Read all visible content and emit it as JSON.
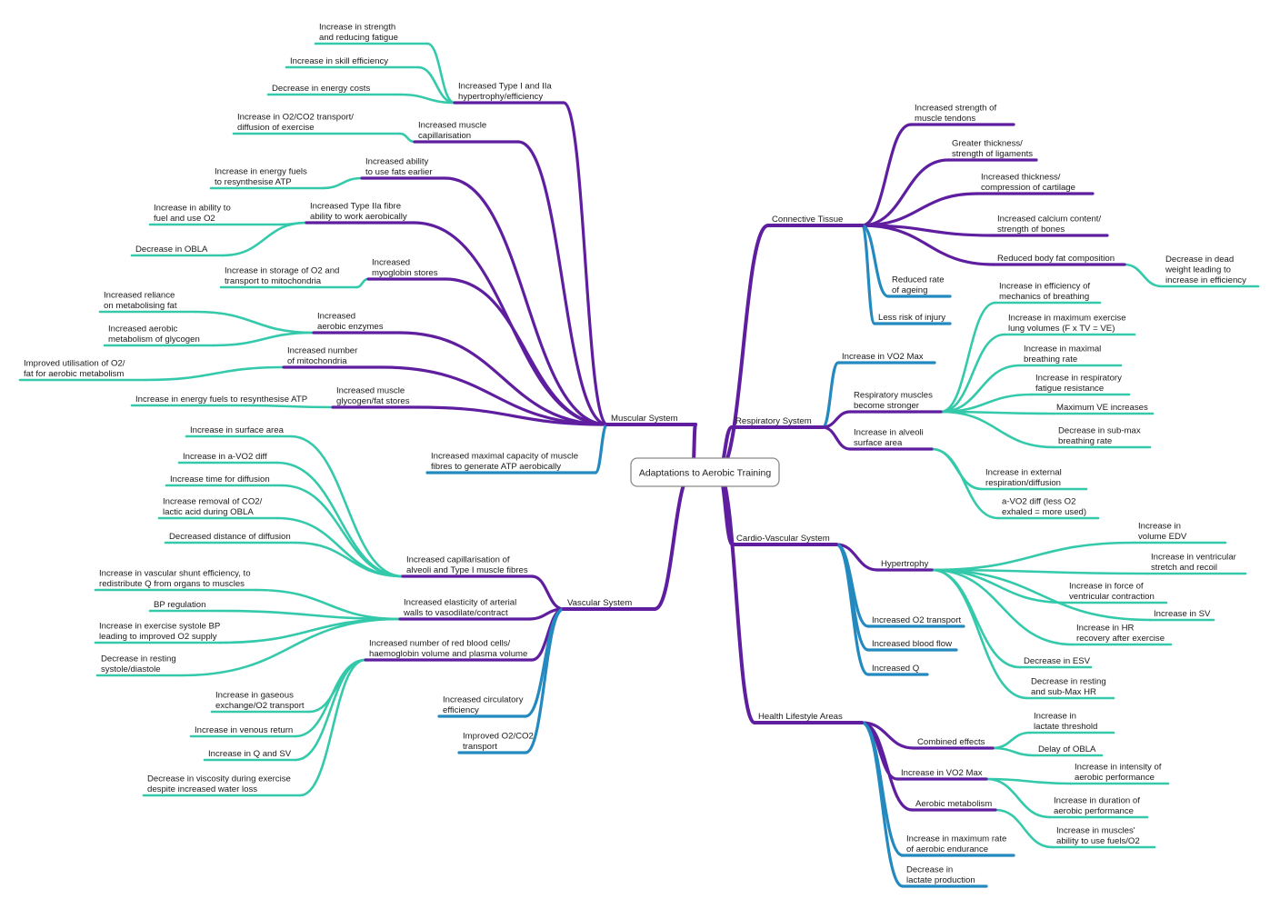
{
  "title": "Adaptations to Aerobic Training",
  "colors": {
    "purple": "#5e1e9f",
    "teal": "#33c9aa",
    "blue": "#2389bf",
    "text": "#1a1a1a"
  },
  "branches": [
    {
      "label": [
        "Muscular System"
      ],
      "color": "purple",
      "children": [
        {
          "label": [
            "Increased Type I and IIa",
            "hypertrophy/efficiency"
          ],
          "color": "purple",
          "children": [
            {
              "label": [
                "Increase in strength",
                "and reducing fatigue"
              ],
              "color": "teal"
            },
            {
              "label": [
                "Increase in skill efficiency"
              ],
              "color": "teal"
            },
            {
              "label": [
                "Decrease in energy costs"
              ],
              "color": "teal"
            }
          ]
        },
        {
          "label": [
            "Increased muscle",
            "capillarisation"
          ],
          "color": "purple",
          "children": [
            {
              "label": [
                "Increase in O2/CO2 transport/",
                "diffusion of exercise"
              ],
              "color": "teal"
            }
          ]
        },
        {
          "label": [
            "Increased ability",
            "to use fats earlier"
          ],
          "color": "purple",
          "children": [
            {
              "label": [
                "Increase in energy fuels",
                "to resynthesise ATP"
              ],
              "color": "teal"
            }
          ]
        },
        {
          "label": [
            "Increased Type IIa fibre",
            "ability to work aerobically"
          ],
          "color": "purple",
          "children": [
            {
              "label": [
                "Increase in ability to",
                "fuel and use O2"
              ],
              "color": "teal"
            },
            {
              "label": [
                "Decrease in OBLA"
              ],
              "color": "teal"
            }
          ]
        },
        {
          "label": [
            "Increased",
            "myoglobin stores"
          ],
          "color": "purple",
          "children": [
            {
              "label": [
                "Increase in storage of O2 and",
                "transport to mitochondria"
              ],
              "color": "teal"
            }
          ]
        },
        {
          "label": [
            "Increased",
            "aerobic enzymes"
          ],
          "color": "purple",
          "children": [
            {
              "label": [
                "Increased reliance",
                "on metabolising fat"
              ],
              "color": "teal"
            },
            {
              "label": [
                "Increased aerobic",
                "metabolism of glycogen"
              ],
              "color": "teal"
            }
          ]
        },
        {
          "label": [
            "Increased number",
            "of mitochondria"
          ],
          "color": "purple",
          "children": [
            {
              "label": [
                "Improved utilisation of O2/",
                "fat for aerobic metabolism"
              ],
              "color": "teal"
            }
          ]
        },
        {
          "label": [
            "Increased muscle",
            "glycogen/fat stores"
          ],
          "color": "purple",
          "children": [
            {
              "label": [
                "Increase in energy fuels to resynthesise ATP"
              ],
              "color": "teal"
            }
          ]
        },
        {
          "label": [
            "Increased maximal capacity of muscle",
            "fibres to generate ATP aerobically"
          ],
          "color": "blue"
        }
      ]
    },
    {
      "label": [
        "Vascular System"
      ],
      "color": "purple",
      "children": [
        {
          "label": [
            "Increased capillarisation of",
            "alveoli and Type I muscle fibres"
          ],
          "color": "purple",
          "children": [
            {
              "label": [
                "Increase in surface area"
              ],
              "color": "teal"
            },
            {
              "label": [
                "Increase in a-VO2 diff"
              ],
              "color": "teal"
            },
            {
              "label": [
                "Increase time for diffusion"
              ],
              "color": "teal"
            },
            {
              "label": [
                "Increase removal of CO2/",
                "lactic acid during OBLA"
              ],
              "color": "teal"
            },
            {
              "label": [
                "Decreased distance of diffusion"
              ],
              "color": "teal"
            }
          ]
        },
        {
          "label": [
            "Increased elasticity of arterial",
            "walls to vasodilate/contract"
          ],
          "color": "purple",
          "children": [
            {
              "label": [
                "Increase in vascular shunt efficiency, to",
                "redistribute Q from organs to muscles"
              ],
              "color": "teal"
            },
            {
              "label": [
                "BP regulation"
              ],
              "color": "teal"
            },
            {
              "label": [
                "Increase in exercise systole BP",
                "leading to improved O2 supply"
              ],
              "color": "teal"
            },
            {
              "label": [
                "Decrease in resting",
                "systole/diastole"
              ],
              "color": "teal"
            }
          ]
        },
        {
          "label": [
            "Increased number of red blood cells/",
            "haemoglobin volume and plasma volume"
          ],
          "color": "purple",
          "children": [
            {
              "label": [
                "Increase in gaseous",
                "exchange/O2 transport"
              ],
              "color": "teal"
            },
            {
              "label": [
                "Increase in venous return"
              ],
              "color": "teal"
            },
            {
              "label": [
                "Increase in Q and SV"
              ],
              "color": "teal"
            },
            {
              "label": [
                "Decrease in viscosity during exercise",
                "despite increased water loss"
              ],
              "color": "teal"
            }
          ]
        },
        {
          "label": [
            "Increased circulatory",
            "efficiency"
          ],
          "color": "blue"
        },
        {
          "label": [
            "Improved O2/CO2",
            "transport"
          ],
          "color": "blue"
        }
      ]
    },
    {
      "label": [
        "Connective Tissue"
      ],
      "color": "purple",
      "children": [
        {
          "label": [
            "Increased strength of",
            "muscle tendons"
          ],
          "color": "purple"
        },
        {
          "label": [
            "Greater thickness/",
            "strength of ligaments"
          ],
          "color": "purple"
        },
        {
          "label": [
            "Increased thickness/",
            "compression of cartilage"
          ],
          "color": "purple"
        },
        {
          "label": [
            "Increased calcium content/",
            "strength of bones"
          ],
          "color": "purple"
        },
        {
          "label": [
            "Reduced body fat composition"
          ],
          "color": "purple",
          "children": [
            {
              "label": [
                "Decrease in dead",
                "weight leading to",
                "increase in efficiency"
              ],
              "color": "teal"
            }
          ]
        },
        {
          "label": [
            "Reduced rate",
            "of ageing"
          ],
          "color": "blue"
        },
        {
          "label": [
            "Less risk of injury"
          ],
          "color": "blue"
        }
      ]
    },
    {
      "label": [
        "Respiratory System"
      ],
      "color": "purple",
      "children": [
        {
          "label": [
            "Increase in VO2 Max"
          ],
          "color": "blue"
        },
        {
          "label": [
            "Respiratory muscles",
            "become stronger"
          ],
          "color": "purple",
          "children": [
            {
              "label": [
                "Increase in efficiency of",
                "mechanics of breathing"
              ],
              "color": "teal"
            },
            {
              "label": [
                "Increase in maximum exercise",
                "lung volumes (F x TV = VE)"
              ],
              "color": "teal"
            },
            {
              "label": [
                "Increase in maximal",
                "breathing rate"
              ],
              "color": "teal"
            },
            {
              "label": [
                "Increase in respiratory",
                "fatigue resistance"
              ],
              "color": "teal"
            },
            {
              "label": [
                "Maximum VE increases"
              ],
              "color": "teal"
            },
            {
              "label": [
                "Decrease in sub-max",
                "breathing rate"
              ],
              "color": "teal"
            }
          ]
        },
        {
          "label": [
            "Increase in alveoli",
            "surface area"
          ],
          "color": "purple",
          "children": [
            {
              "label": [
                "Increase in external",
                "respiration/diffusion"
              ],
              "color": "teal"
            },
            {
              "label": [
                "a-VO2 diff (less O2",
                "exhaled = more used)"
              ],
              "color": "teal"
            }
          ]
        }
      ]
    },
    {
      "label": [
        "Cardio-Vascular System"
      ],
      "color": "purple",
      "children": [
        {
          "label": [
            "Hypertrophy"
          ],
          "color": "purple",
          "children": [
            {
              "label": [
                "Increase in",
                "volume EDV"
              ],
              "color": "teal"
            },
            {
              "label": [
                "Increase in ventricular",
                "stretch and recoil"
              ],
              "color": "teal"
            },
            {
              "label": [
                "Increase in force of",
                "ventricular contraction"
              ],
              "color": "teal"
            },
            {
              "label": [
                "Increase in SV"
              ],
              "color": "teal"
            },
            {
              "label": [
                "Increase in HR",
                "recovery after exercise"
              ],
              "color": "teal"
            },
            {
              "label": [
                "Decrease in ESV"
              ],
              "color": "teal"
            },
            {
              "label": [
                "Decrease in resting",
                "and sub-Max HR"
              ],
              "color": "teal"
            }
          ]
        },
        {
          "label": [
            "Increased O2 transport"
          ],
          "color": "blue"
        },
        {
          "label": [
            "Increased blood flow"
          ],
          "color": "blue"
        },
        {
          "label": [
            "Increased Q"
          ],
          "color": "blue"
        }
      ]
    },
    {
      "label": [
        "Health Lifestyle Areas"
      ],
      "color": "purple",
      "children": [
        {
          "label": [
            "Combined effects"
          ],
          "color": "purple",
          "children": [
            {
              "label": [
                "Increase in",
                "lactate threshold"
              ],
              "color": "teal"
            },
            {
              "label": [
                "Delay of OBLA"
              ],
              "color": "teal"
            }
          ]
        },
        {
          "label": [
            "Increase in VO2 Max"
          ],
          "color": "purple",
          "children": [
            {
              "label": [
                "Increase in intensity of",
                "aerobic performance"
              ],
              "color": "teal"
            },
            {
              "label": [
                "Increase in duration of",
                "aerobic performance"
              ],
              "color": "teal"
            }
          ]
        },
        {
          "label": [
            "Aerobic metabolism"
          ],
          "color": "purple",
          "children": [
            {
              "label": [
                "Increase in muscles'",
                "ability to use fuels/O2"
              ],
              "color": "teal"
            }
          ]
        },
        {
          "label": [
            "Increase in maximum rate",
            "of aerobic endurance"
          ],
          "color": "blue"
        },
        {
          "label": [
            "Decrease in",
            "lactate production"
          ],
          "color": "blue"
        }
      ]
    }
  ]
}
